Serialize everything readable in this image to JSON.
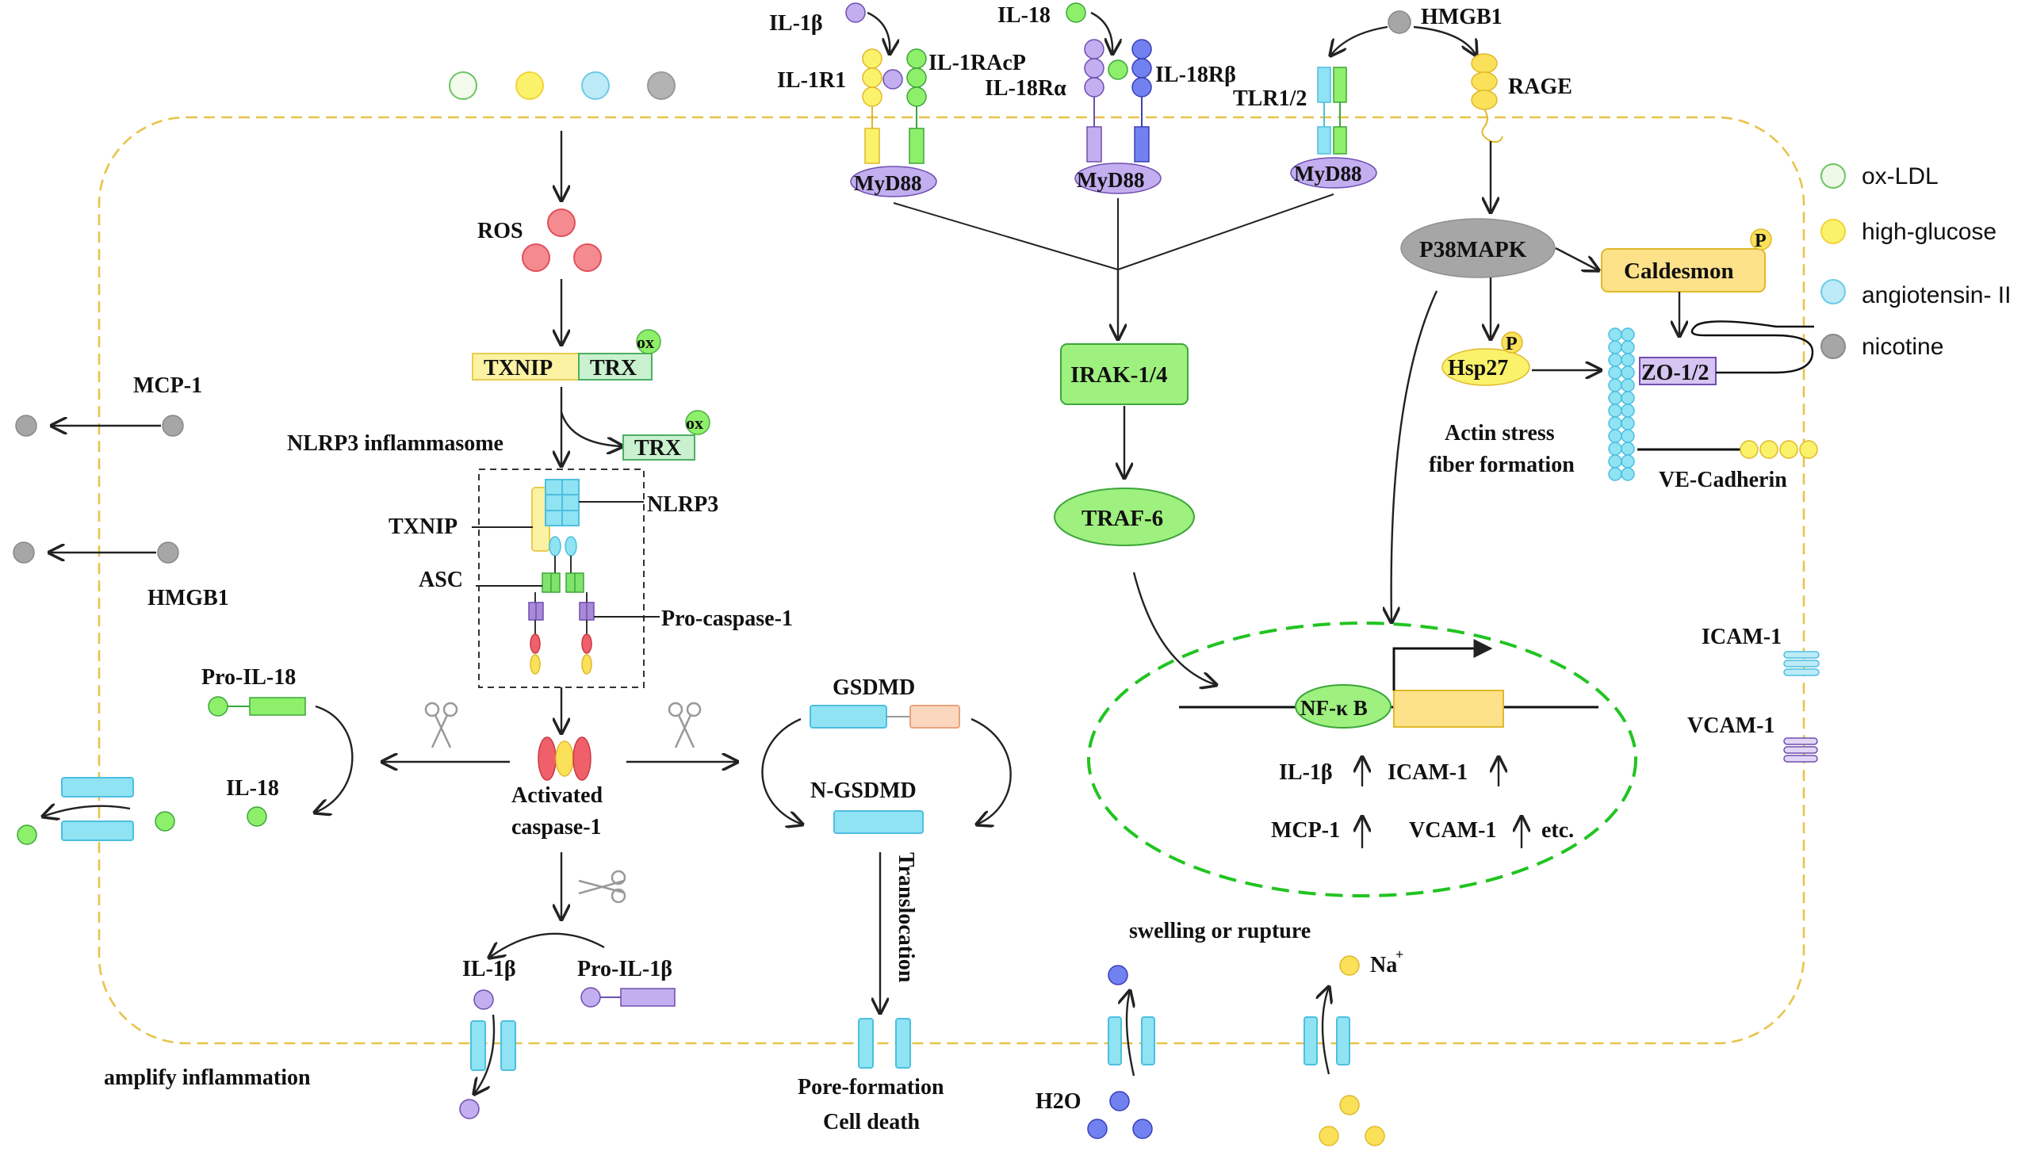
{
  "legend": {
    "items": [
      {
        "label": "ox-LDL",
        "color": "#e9f7e2",
        "stroke": "#6cc464"
      },
      {
        "label": "high-glucose",
        "color": "#fbf26b",
        "stroke": "#f1d33a"
      },
      {
        "label": "angiotensin- II",
        "color": "#bdeaf7",
        "stroke": "#6ccbe6"
      },
      {
        "label": "nicotine",
        "color": "#a6a6a6",
        "stroke": "#8a8a8a"
      }
    ]
  },
  "receptors": {
    "il1b": "IL-1β",
    "il1r1": "IL-1R1",
    "il1racp": "IL-1RAcP",
    "il18": "IL-18",
    "il18ra": "IL-18Rα",
    "il18rb": "IL-18Rβ",
    "hmgb1_top": "HMGB1",
    "rage": "RAGE",
    "tlr12": "TLR1/2",
    "myd88_1": "MyD88",
    "myd88_2": "MyD88",
    "myd88_3": "MyD88"
  },
  "left_pathway": {
    "ros": "ROS",
    "txnip": "TXNIP",
    "trx": "TRX",
    "ox": "ox",
    "trx2": "TRX",
    "ox2": "ox",
    "nlrp3_inflammasome": "NLRP3  inflammasome",
    "txnip_label": "TXNIP",
    "nlrp3": "NLRP3",
    "asc": "ASC",
    "pro_caspase": "Pro-caspase-1",
    "activated_caspase_1": "Activated",
    "activated_caspase_2": "caspase-1",
    "pro_il18": "Pro-IL-18",
    "il18": "IL-18",
    "gsdmd": "GSDMD",
    "n_gsdmd": "N-GSDMD",
    "translocation": "Translocation",
    "pore_formation": "Pore-formation",
    "cell_death": "Cell death",
    "il1b": "IL-1β",
    "pro_il1b": "Pro-IL-1β",
    "amplify": "amplify  inflammation",
    "mcp1": "MCP-1",
    "hmgb1": "HMGB1"
  },
  "middle_pathway": {
    "irak": "IRAK-1/4",
    "traf6": "TRAF-6",
    "nfkb": "NF-κ B",
    "il1b": "IL-1β",
    "icam1": "ICAM-1",
    "mcp1": "MCP-1",
    "vcam1": "VCAM-1",
    "etc": "etc.",
    "swelling": "swelling or rupture",
    "h2o": "H2O",
    "na": "Na",
    "na_sup": "+"
  },
  "right_pathway": {
    "p38": "P38MAPK",
    "caldesmon": "Caldesmon",
    "p1": "P",
    "hsp27": "Hsp27",
    "p2": "P",
    "zo": "ZO-1/2",
    "actin_1": "Actin stress",
    "actin_2": "fiber formation",
    "ve_cadherin": "VE-Cadherin",
    "icam1": "ICAM-1",
    "vcam1": "VCAM-1"
  }
}
